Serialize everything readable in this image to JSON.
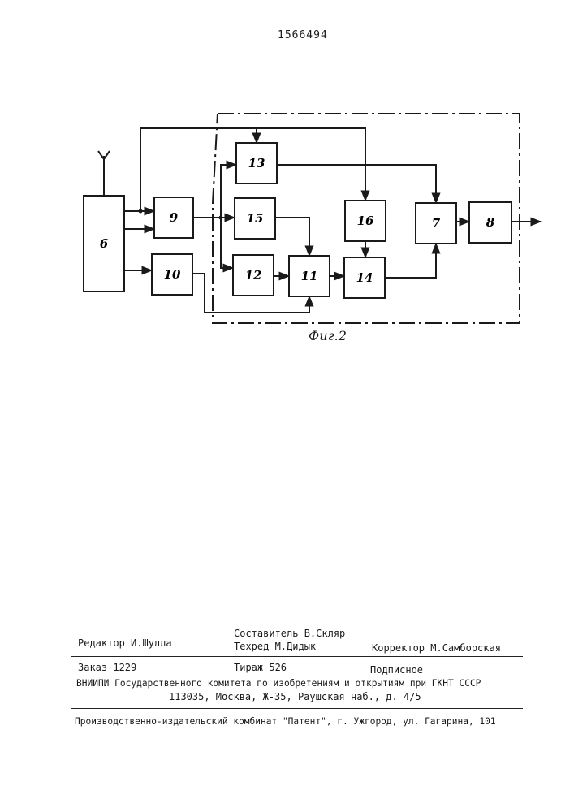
{
  "header": {
    "patent_number": "1566494"
  },
  "figure": {
    "caption": "Фиг.2",
    "blocks": [
      {
        "id": "6",
        "label": "6"
      },
      {
        "id": "9",
        "label": "9"
      },
      {
        "id": "10",
        "label": "10"
      },
      {
        "id": "13",
        "label": "13"
      },
      {
        "id": "15",
        "label": "15"
      },
      {
        "id": "12",
        "label": "12"
      },
      {
        "id": "11",
        "label": "11"
      },
      {
        "id": "16",
        "label": "16"
      },
      {
        "id": "14",
        "label": "14"
      },
      {
        "id": "7",
        "label": "7"
      },
      {
        "id": "8",
        "label": "8"
      }
    ]
  },
  "imprint": {
    "editor": "Редактор И.Шулла",
    "compiler": "Составитель В.Скляр",
    "techred": "Техред М.Дидык",
    "corrector": "Корректор М.Самборская",
    "order": "Заказ 1229",
    "circulation": "Тираж 526",
    "subscription": "Подписное",
    "org_line": "ВНИИПИ Государственного комитета по изобретениям и открытиям при ГКНТ СССР",
    "address_line": "113035, Москва, Ж-35, Раушская наб., д. 4/5",
    "publisher_line": "Производственно-издательский комбинат \"Патент\", г. Ужгород, ул. Гагарина, 101"
  }
}
